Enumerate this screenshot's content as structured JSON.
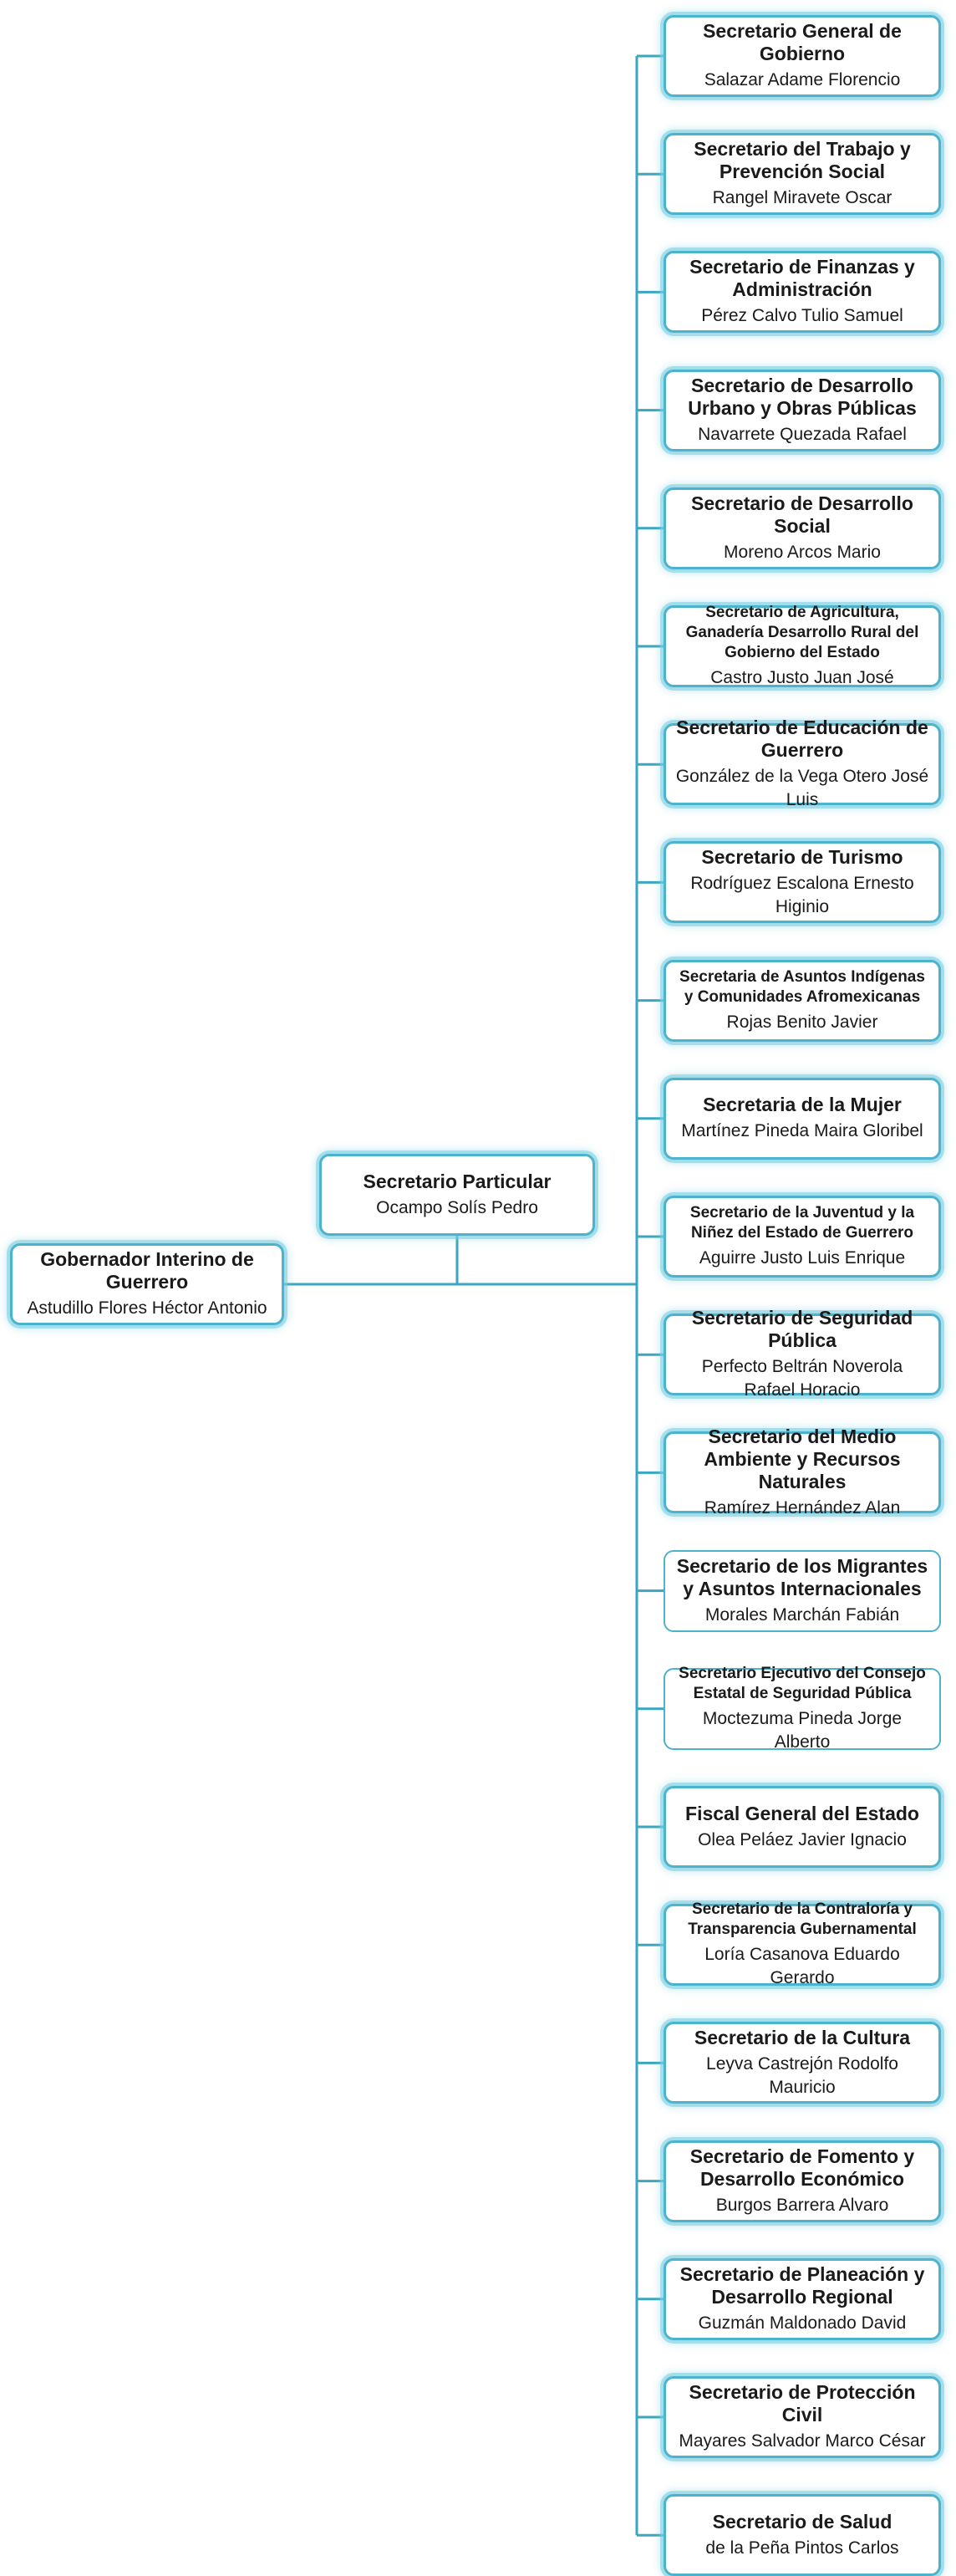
{
  "colors": {
    "accent": "#4bb3cc",
    "line": "#3aa6c0"
  },
  "root": {
    "title": "Gobernador Interino de Guerrero",
    "person": "Astudillo Flores Héctor Antonio"
  },
  "assistant": {
    "title": "Secretario Particular",
    "person": "Ocampo Solís Pedro"
  },
  "departments": [
    {
      "title": "Secretario General de Gobierno",
      "person": "Salazar Adame Florencio"
    },
    {
      "title": "Secretario del Trabajo y Prevención Social",
      "person": "Rangel Miravete Oscar"
    },
    {
      "title": "Secretario de Finanzas y Administración",
      "person": "Pérez Calvo Tulio Samuel"
    },
    {
      "title": "Secretario de Desarrollo Urbano y Obras Públicas",
      "person": "Navarrete Quezada Rafael"
    },
    {
      "title": "Secretario de Desarrollo Social",
      "person": "Moreno Arcos Mario"
    },
    {
      "title": "Secretario de Agricultura, Ganadería Desarrollo Rural del Gobierno del Estado",
      "person": "Castro Justo Juan José"
    },
    {
      "title": "Secretario de Educación de Guerrero",
      "person": "González de la Vega Otero José Luis"
    },
    {
      "title": "Secretario de Turismo",
      "person": "Rodríguez Escalona Ernesto Higinio"
    },
    {
      "title": "Secretaria de Asuntos Indígenas y Comunidades  Afromexicanas",
      "person": "Rojas Benito Javier"
    },
    {
      "title": "Secretaria de la Mujer",
      "person": "Martínez Pineda Maira Gloribel"
    },
    {
      "title": "Secretario de la Juventud y la Niñez del Estado de Guerrero",
      "person": "Aguirre Justo Luis Enrique"
    },
    {
      "title": "Secretario de Seguridad Pública",
      "person": "Perfecto Beltrán Noverola Rafael Horacio"
    },
    {
      "title": "Secretario del Medio Ambiente y Recursos Naturales",
      "person": "Ramírez Hernández Alan"
    },
    {
      "title": "Secretario de los Migrantes y Asuntos Internacionales",
      "person": "Morales Marchán Fabián"
    },
    {
      "title": "Secretario Ejecutivo del Consejo Estatal de Seguridad Pública",
      "person": "Moctezuma Pineda Jorge Alberto"
    },
    {
      "title": "Fiscal General del Estado",
      "person": "Olea Peláez Javier Ignacio"
    },
    {
      "title": "Secretario de la Contraloría y Transparencia Gubernamental",
      "person": "Loría Casanova Eduardo Gerardo"
    },
    {
      "title": "Secretario de la Cultura",
      "person": "Leyva Castrejón Rodolfo Mauricio"
    },
    {
      "title": "Secretario de Fomento y Desarrollo Económico",
      "person": "Burgos Barrera Alvaro"
    },
    {
      "title": "Secretario de Planeación y Desarrollo Regional",
      "person": "Guzmán Maldonado David"
    },
    {
      "title": "Secretario de Protección Civil",
      "person": "Mayares Salvador Marco César"
    },
    {
      "title": "Secretario de  Salud",
      "person": "de la Peña Pintos Carlos"
    }
  ]
}
